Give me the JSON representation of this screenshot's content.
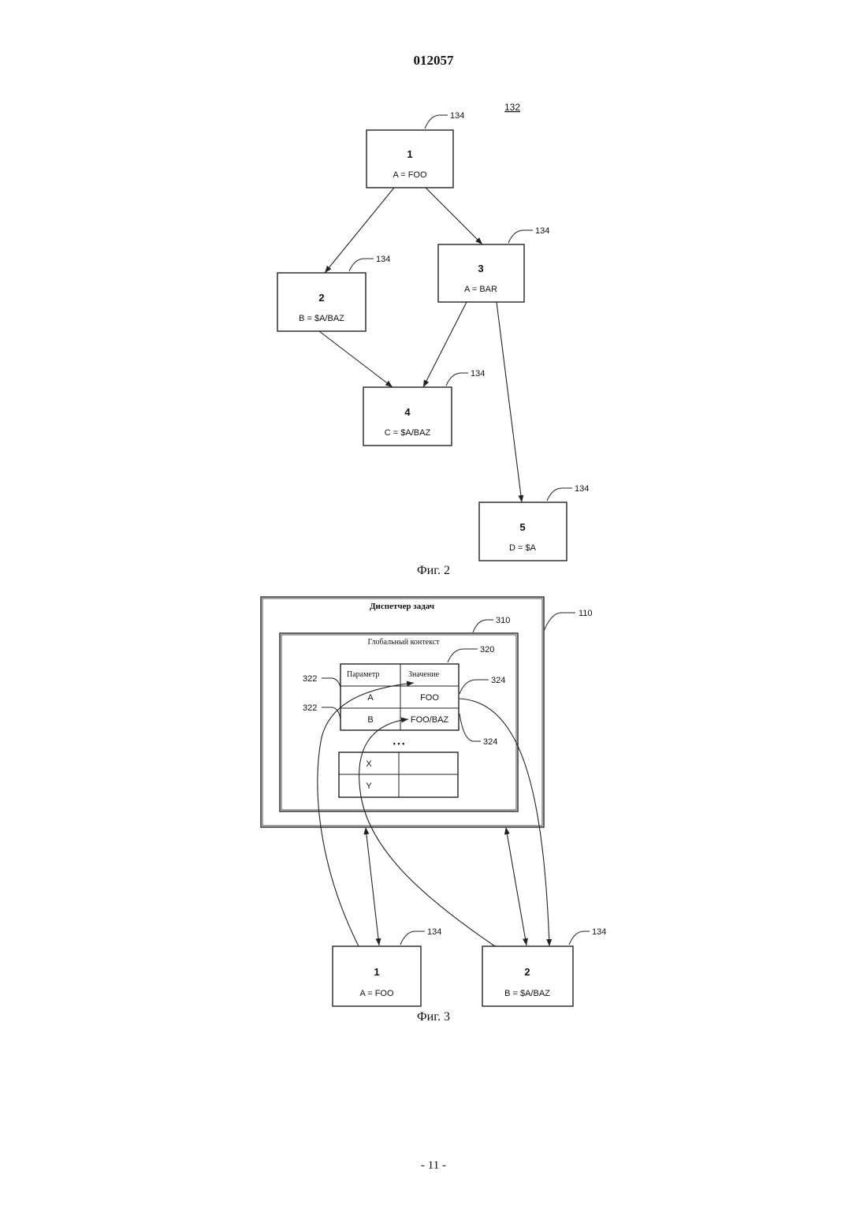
{
  "page": {
    "doc_number": "012057",
    "page_number": "- 11 -"
  },
  "fig2": {
    "ref": "132",
    "caption": "Фиг. 2",
    "nodes": [
      {
        "id": "1",
        "label": "A = FOO",
        "ref": "134"
      },
      {
        "id": "2",
        "label": "B = $A/BAZ",
        "ref": "134"
      },
      {
        "id": "3",
        "label": "A = BAR",
        "ref": "134"
      },
      {
        "id": "4",
        "label": "C = $A/BAZ",
        "ref": "134"
      },
      {
        "id": "5",
        "label": "D = $A",
        "ref": "134"
      }
    ],
    "edges": [
      {
        "from": "1",
        "to": "2"
      },
      {
        "from": "1",
        "to": "3"
      },
      {
        "from": "2",
        "to": "4"
      },
      {
        "from": "3",
        "to": "4"
      },
      {
        "from": "3",
        "to": "5"
      }
    ]
  },
  "fig3": {
    "caption": "Фиг. 3",
    "task_manager": {
      "title": "Диспетчер задач",
      "ref": "110"
    },
    "global_context": {
      "title": "Глобальный контекст",
      "ref": "310"
    },
    "table": {
      "ref": "320",
      "headers": [
        "Параметр",
        "Значение"
      ],
      "rows": [
        {
          "param": "A",
          "value": "FOO"
        },
        {
          "param": "B",
          "value": "FOO/BAZ"
        }
      ],
      "ellipsis": "• • •",
      "extra_rows": [
        {
          "param": "X",
          "value": ""
        },
        {
          "param": "Y",
          "value": ""
        }
      ],
      "row_refs": [
        "322",
        "322"
      ],
      "value_refs": [
        "324",
        "324"
      ]
    },
    "nodes": [
      {
        "id": "1",
        "label": "A = FOO",
        "ref": "134"
      },
      {
        "id": "2",
        "label": "B = $A/BAZ",
        "ref": "134"
      }
    ]
  }
}
